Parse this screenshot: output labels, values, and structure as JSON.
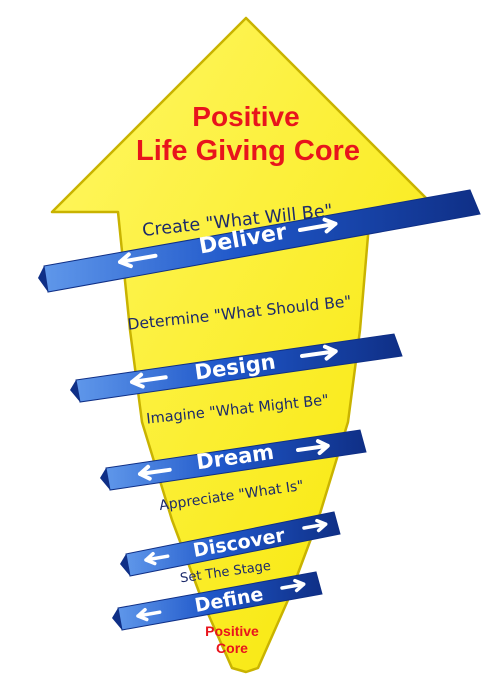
{
  "title": {
    "line1": "Positive",
    "line2": "Life Giving Core"
  },
  "phases": [
    {
      "label": "Deliver",
      "caption": "Create \"What Will Be\""
    },
    {
      "label": "Design",
      "caption": "Determine \"What Should Be\""
    },
    {
      "label": "Dream",
      "caption": "Imagine \"What Might Be\""
    },
    {
      "label": "Discover",
      "caption": "Appreciate \"What Is\""
    },
    {
      "label": "Define",
      "caption": "Set The Stage"
    }
  ],
  "bottom": {
    "line1": "Positive",
    "line2": "Core"
  },
  "colors": {
    "arrow_fill": "#fff200",
    "arrow_stroke": "#c9b300",
    "ribbon_blue": "#1f57c9",
    "ribbon_dark": "#0f2f86",
    "core_red": "#e8141c",
    "caption_navy": "#1c2a6a"
  },
  "icons": [
    "arrow-left-icon",
    "arrow-right-icon"
  ]
}
